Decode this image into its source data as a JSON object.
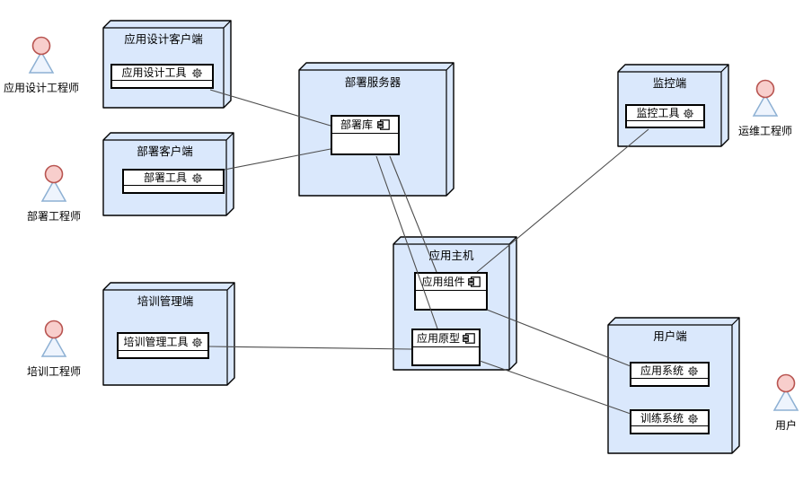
{
  "nodes": [
    {
      "title": "应用设计客户端",
      "components": [
        {
          "label": "应用设计工具",
          "icon": "gear-icon"
        }
      ]
    },
    {
      "title": "部署客户端",
      "components": [
        {
          "label": "部署工具",
          "icon": "gear-icon"
        }
      ]
    },
    {
      "title": "部署服务器",
      "components": [
        {
          "label": "部署库",
          "icon": "component-icon"
        }
      ]
    },
    {
      "title": "监控端",
      "components": [
        {
          "label": "监控工具",
          "icon": "gear-icon"
        }
      ]
    },
    {
      "title": "应用主机",
      "components": [
        {
          "label": "应用组件",
          "icon": "component-icon"
        },
        {
          "label": "应用原型",
          "icon": "component-icon"
        }
      ]
    },
    {
      "title": "培训管理端",
      "components": [
        {
          "label": "培训管理工具",
          "icon": "gear-icon"
        }
      ]
    },
    {
      "title": "用户端",
      "components": [
        {
          "label": "应用系统",
          "icon": "gear-icon"
        },
        {
          "label": "训练系统",
          "icon": "gear-icon"
        }
      ]
    }
  ],
  "actors": [
    {
      "label": "应用设计工程师"
    },
    {
      "label": "部署工程师"
    },
    {
      "label": "运维工程师"
    },
    {
      "label": "培训工程师"
    },
    {
      "label": "用户"
    }
  ],
  "connections": [
    {
      "from": "应用设计工具",
      "to": "部署库"
    },
    {
      "from": "部署工具",
      "to": "部署库"
    },
    {
      "from": "部署库",
      "to": "应用组件"
    },
    {
      "from": "部署库",
      "to": "应用原型"
    },
    {
      "from": "监控工具",
      "to": "应用组件"
    },
    {
      "from": "培训管理工具",
      "to": "应用原型"
    },
    {
      "from": "应用组件",
      "to": "应用系统"
    },
    {
      "from": "应用原型",
      "to": "训练系统"
    }
  ],
  "colors": {
    "node_fill": "#dae8fc",
    "node_stroke": "#000000",
    "component_fill": "#ffffff",
    "actor_head_fill": "#f8cecc",
    "actor_head_stroke": "#b85450",
    "actor_body_stroke": "#8db0d3",
    "connector": "#4d4d4d"
  }
}
